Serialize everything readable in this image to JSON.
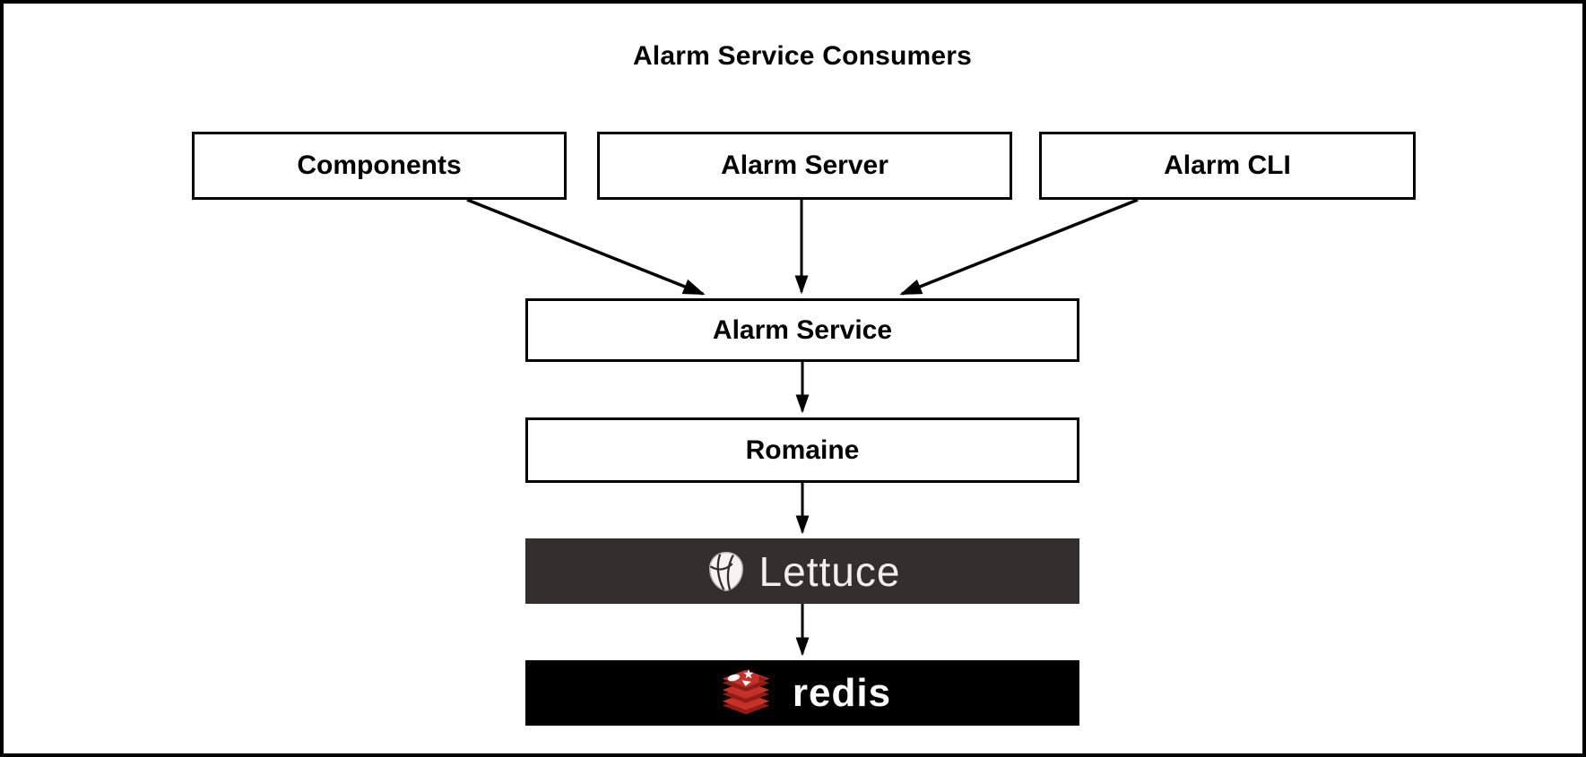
{
  "diagram": {
    "title": "Alarm Service Consumers",
    "nodes": {
      "components": {
        "label": "Components"
      },
      "alarm_server": {
        "label": "Alarm Server"
      },
      "alarm_cli": {
        "label": "Alarm CLI"
      },
      "alarm_service": {
        "label": "Alarm Service"
      },
      "romaine": {
        "label": "Romaine"
      },
      "lettuce": {
        "label": "Lettuce",
        "icon": "tulip-flower-icon"
      },
      "redis": {
        "label": "redis",
        "icon": "redis-stack-icon"
      }
    },
    "edges": [
      {
        "from": "Components",
        "to": "Alarm Service"
      },
      {
        "from": "Alarm Server",
        "to": "Alarm Service"
      },
      {
        "from": "Alarm CLI",
        "to": "Alarm Service"
      },
      {
        "from": "Alarm Service",
        "to": "Romaine"
      },
      {
        "from": "Romaine",
        "to": "Lettuce"
      },
      {
        "from": "Lettuce",
        "to": "redis"
      }
    ],
    "colors": {
      "background": "#ffffff",
      "line": "#000000",
      "box_border": "#000000",
      "lettuce_bg": "#342f2c",
      "lettuce_text": "#f2efed",
      "redis_bg": "#000000",
      "redis_red": "#c6302b",
      "redis_red_dark": "#8f1d16",
      "logo_text": "#ffffff"
    }
  }
}
